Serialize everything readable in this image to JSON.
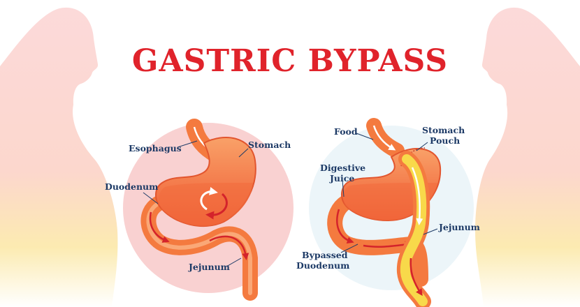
{
  "title": "GASTRIC BYPASS",
  "colors": {
    "title": "#e0232b",
    "label_text": "#1d3a66",
    "silhouette_top": "#f9c9c9",
    "silhouette_bottom": "#fbe9a6",
    "stomach_orange": "#f26d3d",
    "stomach_light": "#f9a168",
    "jejunum_yellow": "#f8d94a",
    "arrow_red": "#d4232b"
  },
  "left_diagram": {
    "labels": {
      "esophagus": "Esophagus",
      "stomach": "Stomach",
      "duodenum": "Duodenum",
      "jejunum": "Jejunum"
    }
  },
  "right_diagram": {
    "labels": {
      "food": "Food",
      "stomach_pouch_line1": "Stomach",
      "stomach_pouch_line2": "Pouch",
      "digestive_juice_line1": "Digestive",
      "digestive_juice_line2": "Juice",
      "jejunum": "Jejunum",
      "bypassed_duodenum_line1": "Bypassed",
      "bypassed_duodenum_line2": "Duodenum"
    }
  }
}
